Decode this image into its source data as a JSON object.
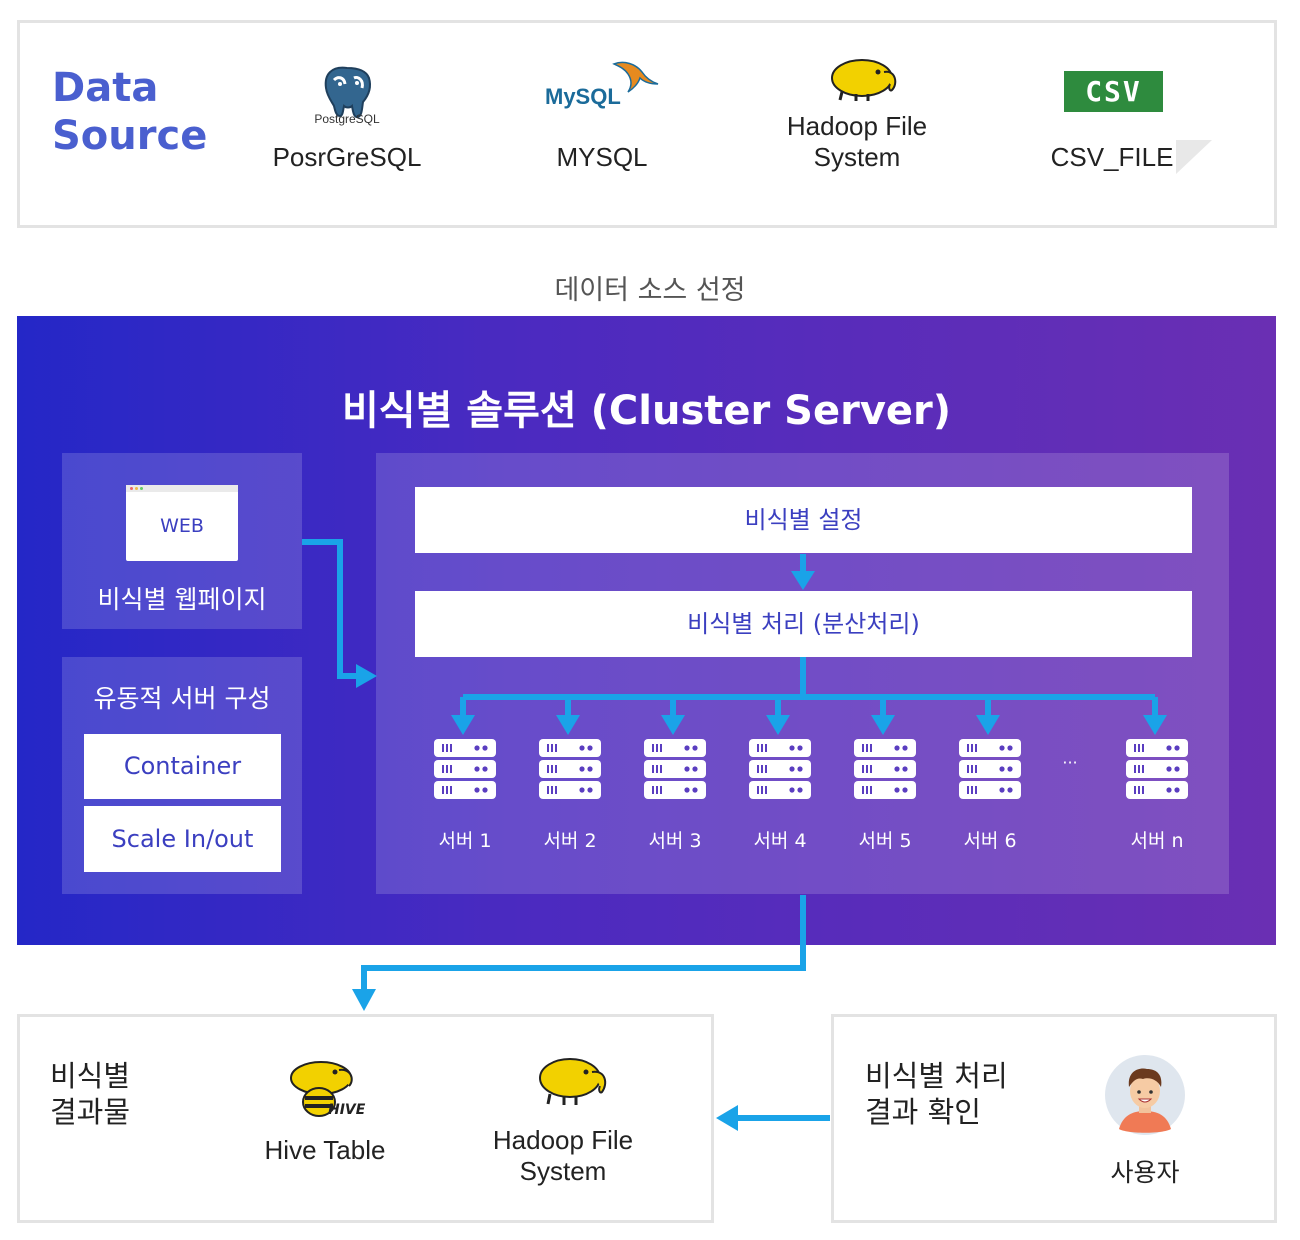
{
  "data_source": {
    "title_line1": "Data",
    "title_line2": "Source",
    "items": [
      {
        "logo_text": "PostgreSQL",
        "label": "PosrGreSQL"
      },
      {
        "logo_text": "MySQL",
        "label": "MYSQL"
      },
      {
        "label_line1": "Hadoop File",
        "label_line2": "System"
      },
      {
        "logo_text": "CSV",
        "label": "CSV_FILE"
      }
    ]
  },
  "step_label": "데이터 소스 선정",
  "cluster": {
    "title": "비식별 솔루션 (Cluster Server)",
    "web": {
      "badge": "WEB",
      "label": "비식별 웹페이지"
    },
    "dynamic": {
      "title": "유동적 서버 구성",
      "container": "Container",
      "scale": "Scale In/out"
    },
    "setting": "비식별 설정",
    "processing": "비식별 처리 (분산처리)",
    "servers": [
      "서버 1",
      "서버 2",
      "서버 3",
      "서버 4",
      "서버 5",
      "서버 6",
      "서버 n"
    ],
    "ellipsis": "···"
  },
  "result": {
    "title_line1": "비식별",
    "title_line2": "결과물",
    "hive_logo_text": "HIVE",
    "hive_label": "Hive Table",
    "hdfs_line1": "Hadoop File",
    "hdfs_line2": "System"
  },
  "confirm": {
    "title_line1": "비식별 처리",
    "title_line2": "결과 확인",
    "user_label": "사용자"
  },
  "colors": {
    "accent_blue": "#1aa3e8",
    "title_blue": "#4a5fcf",
    "cluster_start": "#2427c7",
    "cluster_end": "#6a2fb3"
  }
}
